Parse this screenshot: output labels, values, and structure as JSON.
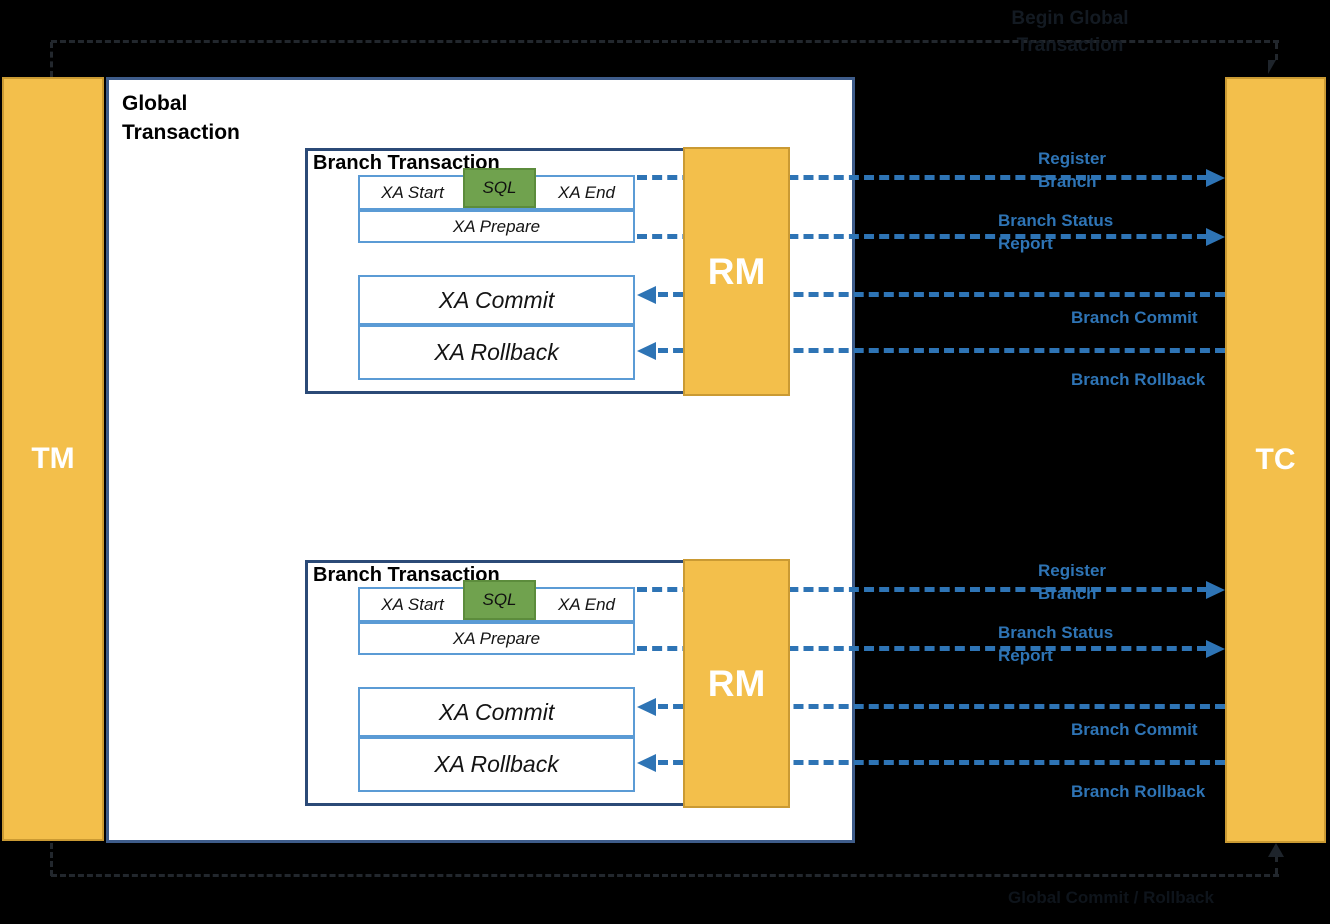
{
  "colors": {
    "background": "#000000",
    "actor_fill": "#F3BF4B",
    "actor_border": "#CA9A33",
    "arrow_blue": "#2E74B5",
    "global_border": "#3E5C8A",
    "branch_border": "#2B4A77",
    "inner_border": "#5B9BD5",
    "sql_fill": "#70A24E",
    "sql_border": "#5C8C3C",
    "flow_dash_dark": "#22272D"
  },
  "nodes": {
    "tm_label": "TM",
    "tc_label": "TC",
    "global_title": "Global Transaction"
  },
  "flows": {
    "begin_label": "Begin Global Transaction",
    "end_label": "Global Commit / Rollback"
  },
  "branches": [
    {
      "title": "Branch Transaction",
      "rm_label": "RM",
      "steps": {
        "xa_start": "XA Start",
        "sql": "SQL",
        "xa_end": "XA End",
        "xa_prepare": "XA Prepare",
        "xa_commit": "XA Commit",
        "xa_rollback": "XA Rollback"
      },
      "messages": {
        "register": "Register Branch",
        "status": "Branch Status Report",
        "commit": "Branch Commit",
        "rollback": "Branch Rollback"
      }
    },
    {
      "title": "Branch Transaction",
      "rm_label": "RM",
      "steps": {
        "xa_start": "XA Start",
        "sql": "SQL",
        "xa_end": "XA End",
        "xa_prepare": "XA Prepare",
        "xa_commit": "XA Commit",
        "xa_rollback": "XA Rollback"
      },
      "messages": {
        "register": "Register Branch",
        "status": "Branch Status Report",
        "commit": "Branch Commit",
        "rollback": "Branch Rollback"
      }
    }
  ]
}
